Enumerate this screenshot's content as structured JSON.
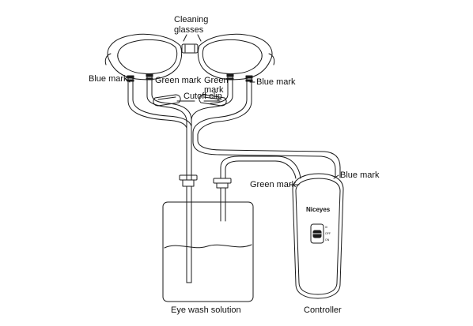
{
  "diagram": {
    "labels": {
      "cleaning_glasses_line1": "Cleaning",
      "cleaning_glasses_line2": "glasses",
      "blue_mark_left": "Blue mark",
      "green_mark_left": "Green mark",
      "green_mark_right_line1": "Green",
      "green_mark_right_line2": "mark",
      "blue_mark_right": "Blue mark",
      "cutoff_clip": "Cutoff clip",
      "green_mark_controller": "Green mark",
      "blue_mark_controller": "Blue mark",
      "eye_wash_solution": "Eye wash solution",
      "controller": "Controller"
    },
    "controller": {
      "brand": "Niceyes",
      "switch_positions": [
        "III",
        "OFF",
        "ON"
      ]
    },
    "colors": {
      "line": "#1a1a1a",
      "background": "#ffffff"
    }
  }
}
